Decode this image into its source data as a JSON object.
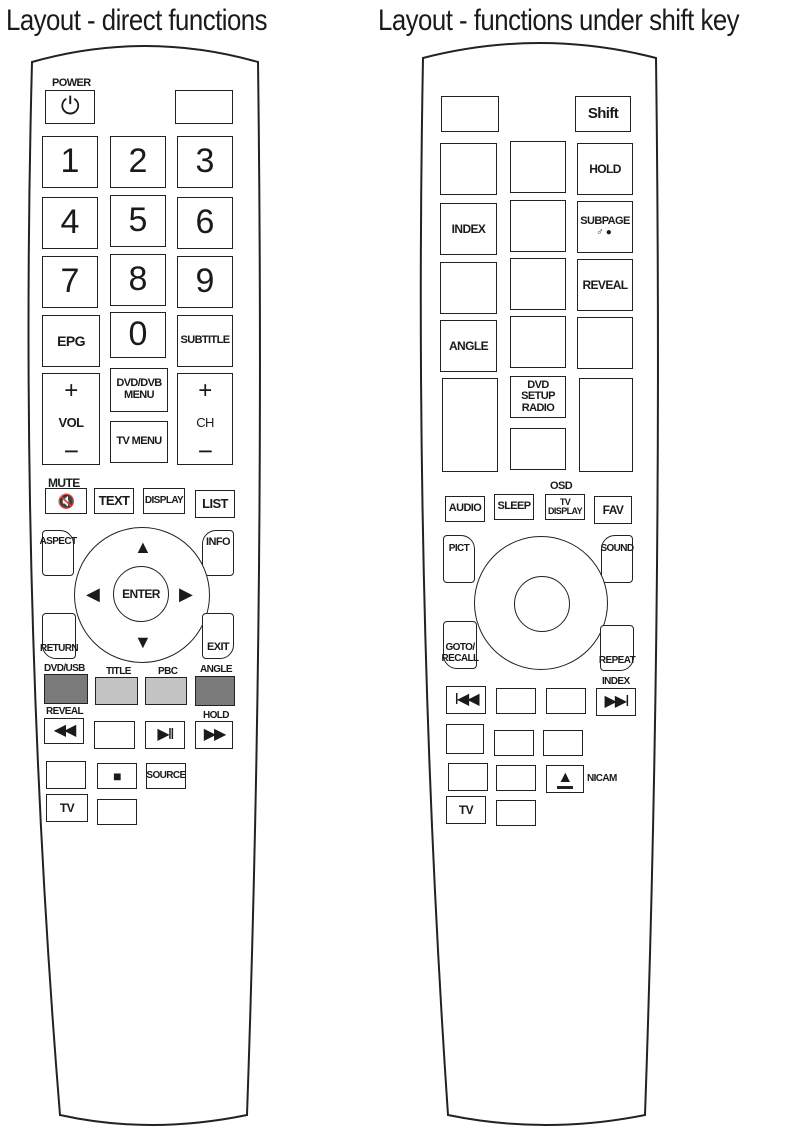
{
  "headings": {
    "left": "Layout - direct functions",
    "right": "Layout - functions under shift key"
  },
  "direct": {
    "power_label": "POWER",
    "power_symbol": "⏻",
    "numbers": [
      "1",
      "2",
      "3",
      "4",
      "5",
      "6",
      "7",
      "8",
      "9",
      "0"
    ],
    "epg": "EPG",
    "subtitle": "SUBTITLE",
    "vol_plus": "+",
    "vol": "VOL",
    "vol_minus": "−",
    "ch_plus": "+",
    "ch": "CH",
    "ch_minus": "−",
    "dvd_menu": "DVD/DVB MENU",
    "tv_menu": "TV MENU",
    "mute": "MUTE",
    "mute_symbol": "🔇",
    "text": "TEXT",
    "display": "DISPLAY",
    "list": "LIST",
    "aspect": "ASPECT",
    "info": "INFO",
    "enter": "ENTER",
    "up": "▲",
    "down": "▼",
    "left": "◀",
    "right": "▶",
    "return": "RETURN",
    "exit": "EXIT",
    "dvd_usb": "DVD/USB",
    "title": "TITLE",
    "pbc": "PBC",
    "angle": "ANGLE",
    "reveal": "REVEAL",
    "hold": "HOLD",
    "rewind": "◀◀",
    "play_pause": "▶II",
    "forward": "▶▶",
    "stop": "■",
    "source": "SOURCE",
    "tv": "TV"
  },
  "shift": {
    "shift": "Shift",
    "hold": "HOLD",
    "index": "INDEX",
    "subpage": "SUBPAGE",
    "subpage_symbol": "♂●",
    "reveal": "REVEAL",
    "angle": "ANGLE",
    "dvd_setup": "DVD SETUP RADIO",
    "audio": "AUDIO",
    "sleep": "SLEEP",
    "osd": "OSD",
    "tv_display": "TV DISPLAY",
    "fav": "FAV",
    "pict": "PICT",
    "sound": "SOUND",
    "goto": "GOTO/ RECALL",
    "repeat": "REPEAT",
    "index2": "INDEX",
    "prev": "I◀◀",
    "next": "▶▶I",
    "eject": "▲",
    "nicam": "NICAM",
    "tv": "TV"
  },
  "colors": {
    "outline": "#222222",
    "dark_key": "#7a7a7a",
    "light_key": "#c4c4c4"
  }
}
